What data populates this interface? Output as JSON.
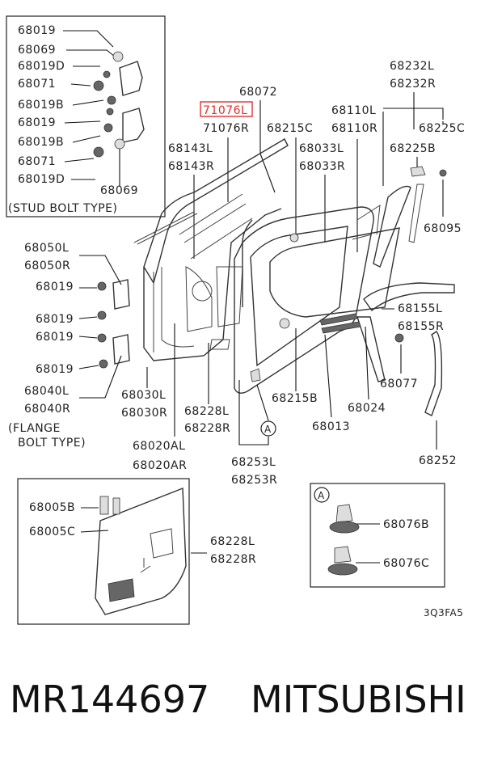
{
  "labels": {
    "stud_box": [
      "68019",
      "68069",
      "68019D",
      "68071",
      "68019B",
      "68019",
      "68019B",
      "68071",
      "68019D",
      "68069"
    ],
    "stud_caption": "(STUD BOLT TYPE)",
    "hinge_left": [
      "68050L",
      "68050R",
      "68019",
      "68019",
      "68019",
      "68019",
      "68040L",
      "68040R"
    ],
    "flange_caption": [
      "(FLANGE",
      "BOLT TYPE)"
    ],
    "top_center": [
      "68072",
      "71076L",
      "71076R",
      "68215C",
      "68143L",
      "68143R"
    ],
    "glass_run": [
      "68110L",
      "68110R",
      "68033L",
      "68033R"
    ],
    "top_right": [
      "68232L",
      "68232R",
      "68225C",
      "68225B",
      "68095"
    ],
    "right_mid": [
      "68155L",
      "68155R",
      "68077",
      "68024",
      "68013",
      "68252"
    ],
    "bottom_center": [
      "68030L",
      "68030R",
      "68228L",
      "68228R",
      "68215B",
      "68020AL",
      "68020AR",
      "68253L",
      "68253R"
    ],
    "circle_a": "A",
    "trim_box": [
      "68005B",
      "68005C",
      "68228L",
      "68228R"
    ],
    "clip_box": [
      "68076B",
      "68076C"
    ],
    "diagram_code": "3Q3FA5"
  },
  "highlight": {
    "part": "71076L",
    "color": "#e03030"
  },
  "footer": {
    "part_number": "MR144697",
    "brand": "MITSUBISHI"
  }
}
